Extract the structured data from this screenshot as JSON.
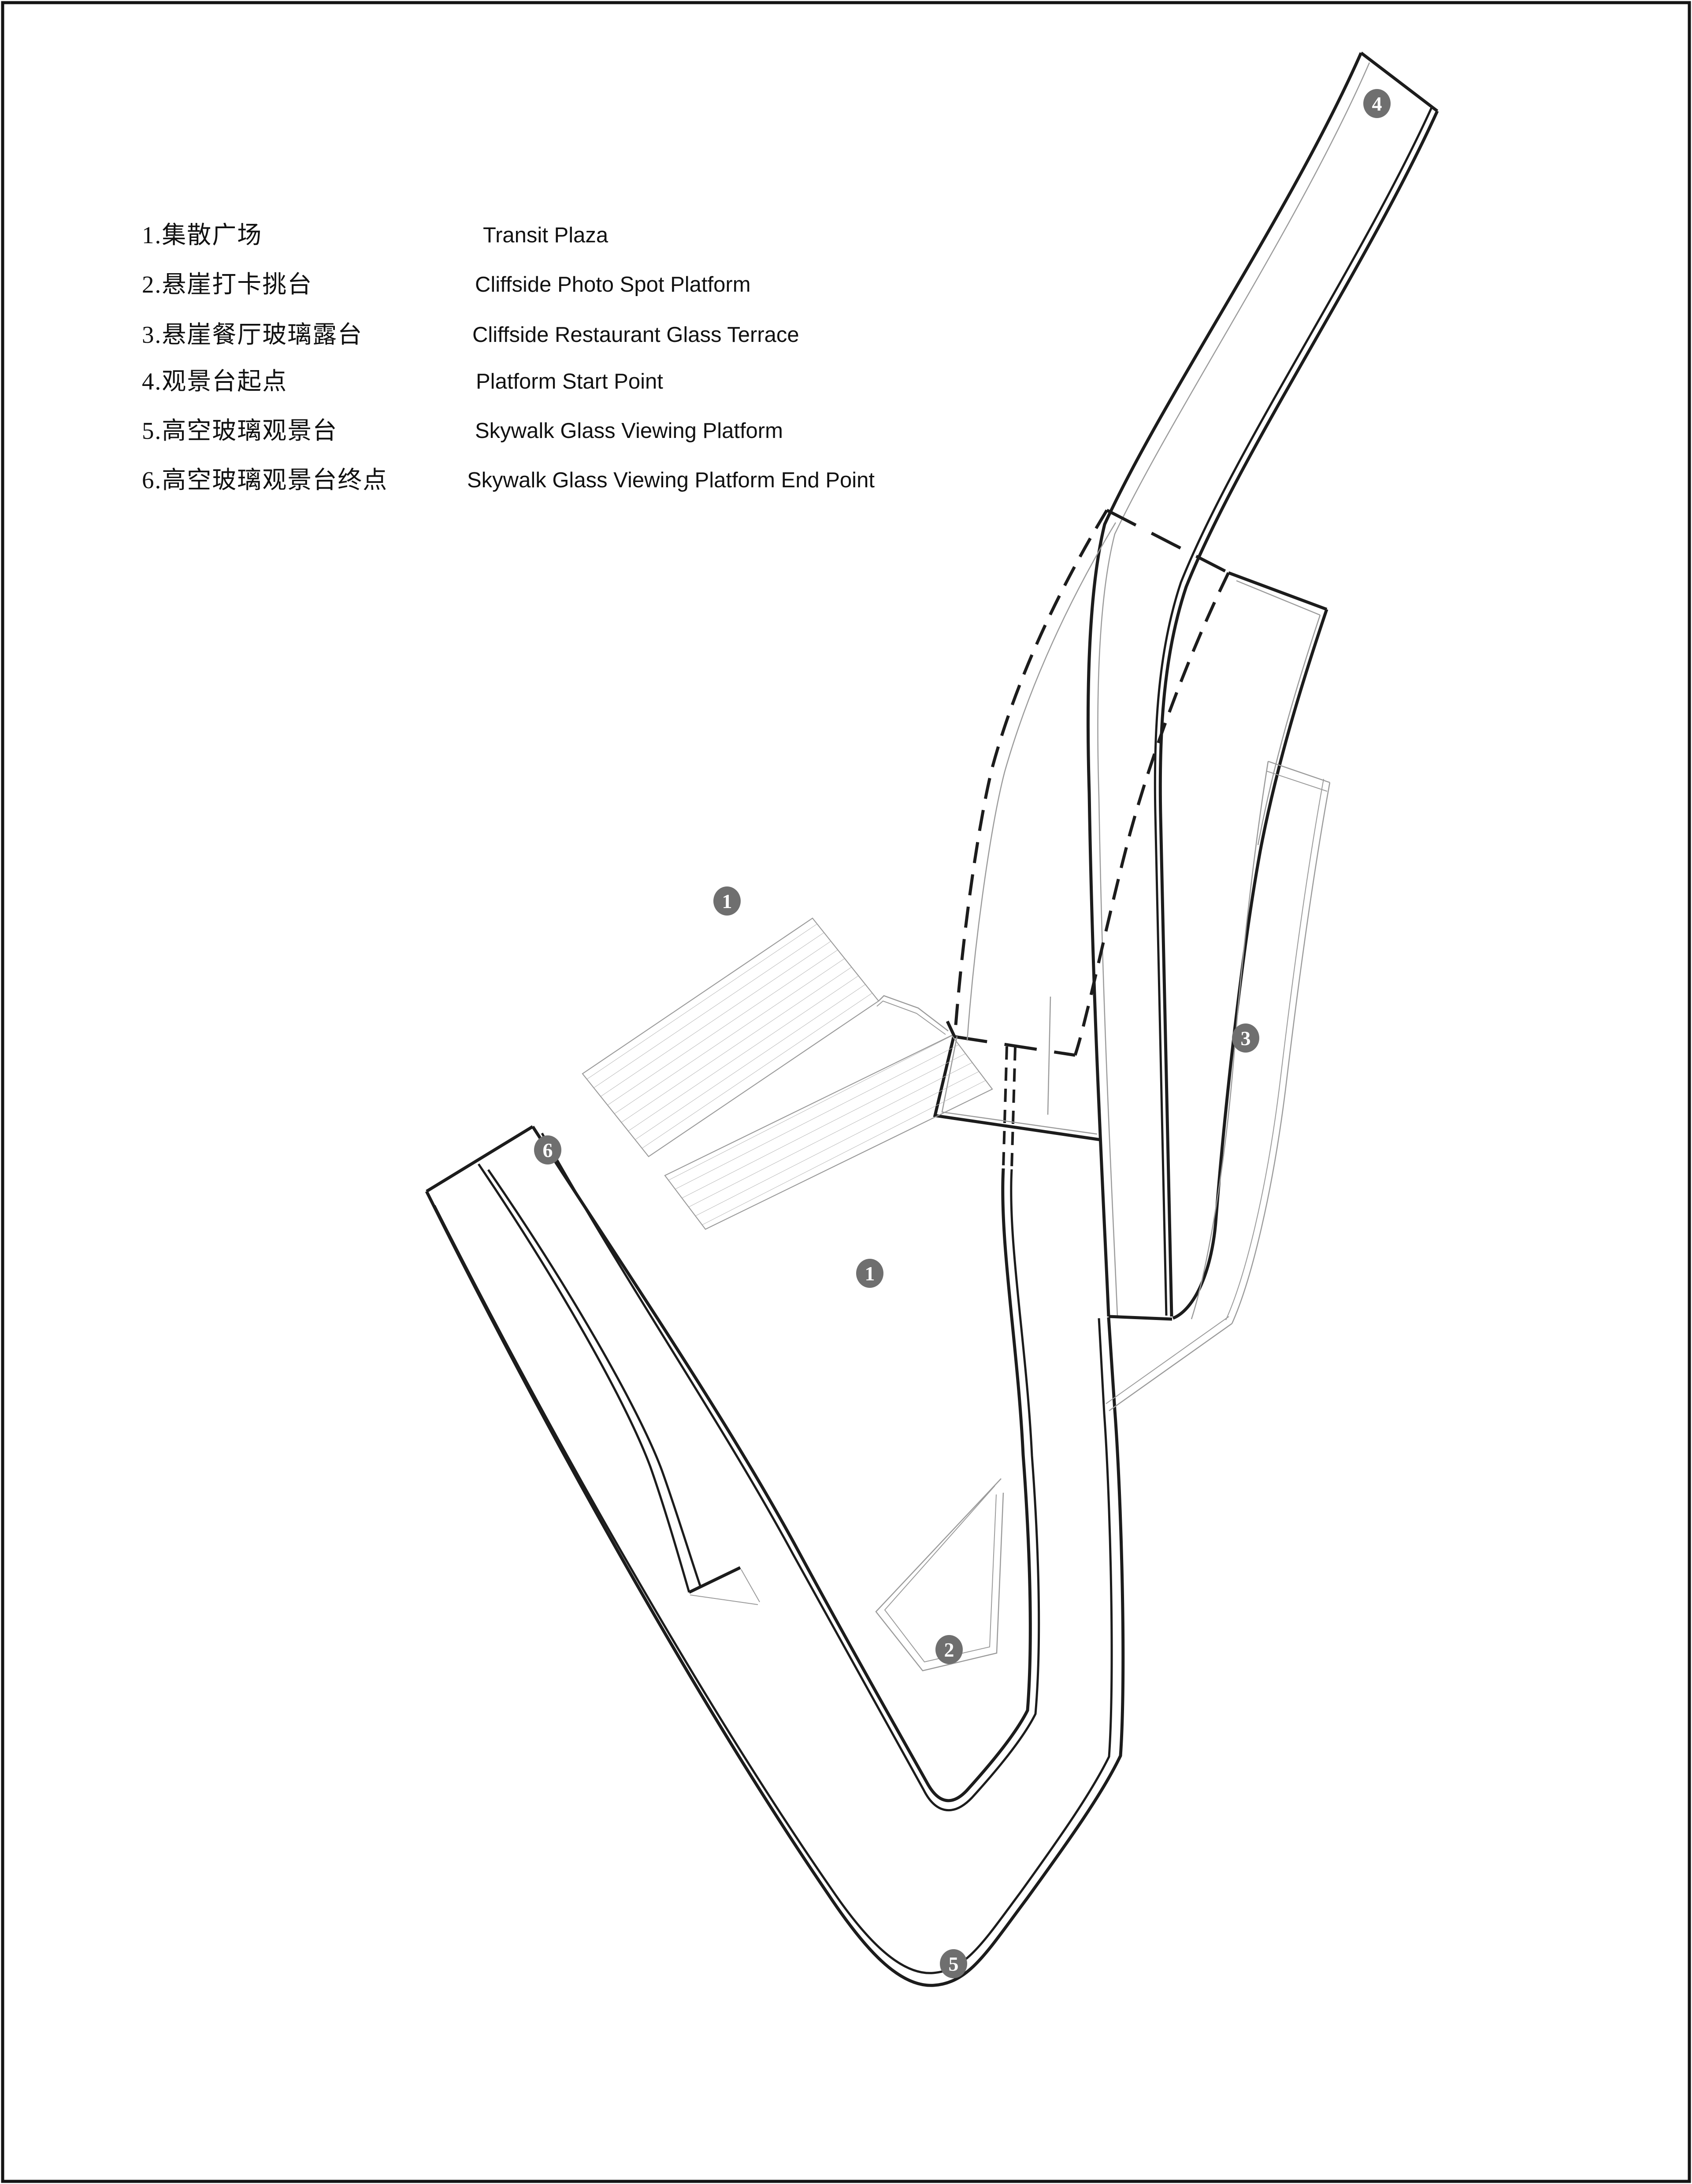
{
  "drawing": {
    "type": "architectural-site-plan",
    "subject": "Skywalk glass viewing platform plan with cliffside plaza and terraces"
  },
  "colors": {
    "line": "#1c1c1c",
    "thin": "#9b9b9b",
    "hatch": "#b8b8b8",
    "marker": "#6f6f6f",
    "markertext": "#ffffff",
    "paper": "#ffffff"
  },
  "legend": {
    "items": [
      {
        "num": "1",
        "zh": "1.集散广场",
        "en": "Transit Plaza"
      },
      {
        "num": "2",
        "zh": "2.悬崖打卡挑台",
        "en": "Cliffside Photo Spot Platform"
      },
      {
        "num": "3",
        "zh": "3.悬崖餐厅玻璃露台",
        "en": "Cliffside Restaurant Glass Terrace"
      },
      {
        "num": "4",
        "zh": "4.观景台起点",
        "en": "Platform Start Point"
      },
      {
        "num": "5",
        "zh": "5.高空玻璃观景台",
        "en": "Skywalk Glass Viewing Platform"
      },
      {
        "num": "6",
        "zh": "6.高空玻璃观景台终点",
        "en": "Skywalk Glass Viewing Platform End Point"
      }
    ]
  },
  "markers": [
    {
      "label": "4"
    },
    {
      "label": "1"
    },
    {
      "label": "3"
    },
    {
      "label": "6"
    },
    {
      "label": "1"
    },
    {
      "label": "2"
    },
    {
      "label": "5"
    }
  ]
}
